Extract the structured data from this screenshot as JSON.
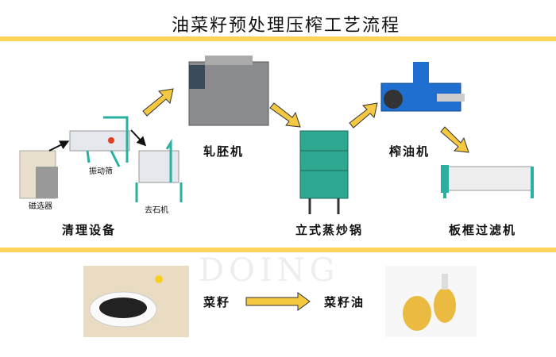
{
  "title": "油菜籽预处理压榨工艺流程",
  "watermark": "DOING",
  "steps": {
    "cleaning": {
      "label": "清理设备",
      "parts": [
        "磁选器",
        "振动筛",
        "去石机"
      ]
    },
    "flaking": "轧胚机",
    "cooking": "立式蒸炒锅",
    "pressing": "榨油机",
    "filtering": "板框过滤机"
  },
  "bottom": {
    "input": "菜籽",
    "output": "菜籽油"
  },
  "colors": {
    "band": "#fdd35a",
    "arrow": "#f5c842",
    "frame": "#2ab0a0",
    "machine_grey": "#8a8c90",
    "press_blue": "#1e6fd0"
  }
}
